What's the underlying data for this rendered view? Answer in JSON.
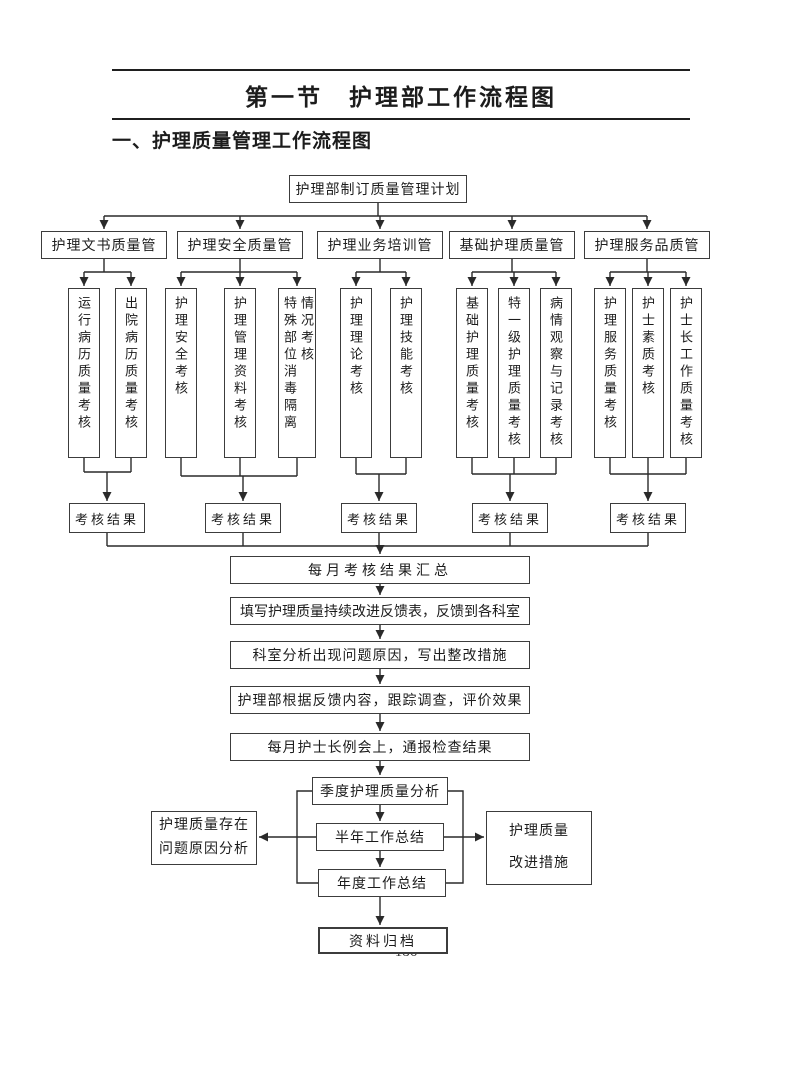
{
  "document": {
    "section_title": "第一节　护理部工作流程图",
    "subsection_title": "一、护理质量管理工作流程图",
    "page_number": "186"
  },
  "flowchart": {
    "root": "护理部制订质量管理计划",
    "branches": [
      {
        "label": "护理文书质量管",
        "items": [
          "运行病历质量考核",
          "出院病历质量考核"
        ]
      },
      {
        "label": "护理安全质量管",
        "items": [
          "护理安全考核",
          "护理管理资料考核",
          "特殊部位消毒隔离\n情况考核"
        ]
      },
      {
        "label": "护理业务培训管",
        "items": [
          "护理理论考核",
          "护理技能考核"
        ]
      },
      {
        "label": "基础护理质量管",
        "items": [
          "基础护理质量考核",
          "特一级护理质量考核",
          "病情观察与记录考核"
        ]
      },
      {
        "label": "护理服务品质管",
        "items": [
          "护理服务质量考核",
          "护士素质考核",
          "护士长工作质量考核"
        ]
      }
    ],
    "result_label": "考核结果",
    "steps": [
      "每月考核结果汇总",
      "填写护理质量持续改进反馈表，反馈到各科室",
      "科室分析出现问题原因，写出整改措施",
      "护理部根据反馈内容，跟踪调查，评价效果",
      "每月护士长例会上，通报检查结果"
    ],
    "summaries": [
      "季度护理质量分析",
      "半年工作总结",
      "年度工作总结"
    ],
    "left_note": "护理质量存在\n问题原因分析",
    "right_note": "护理质量\n改进措施",
    "archive": "资料归档"
  }
}
